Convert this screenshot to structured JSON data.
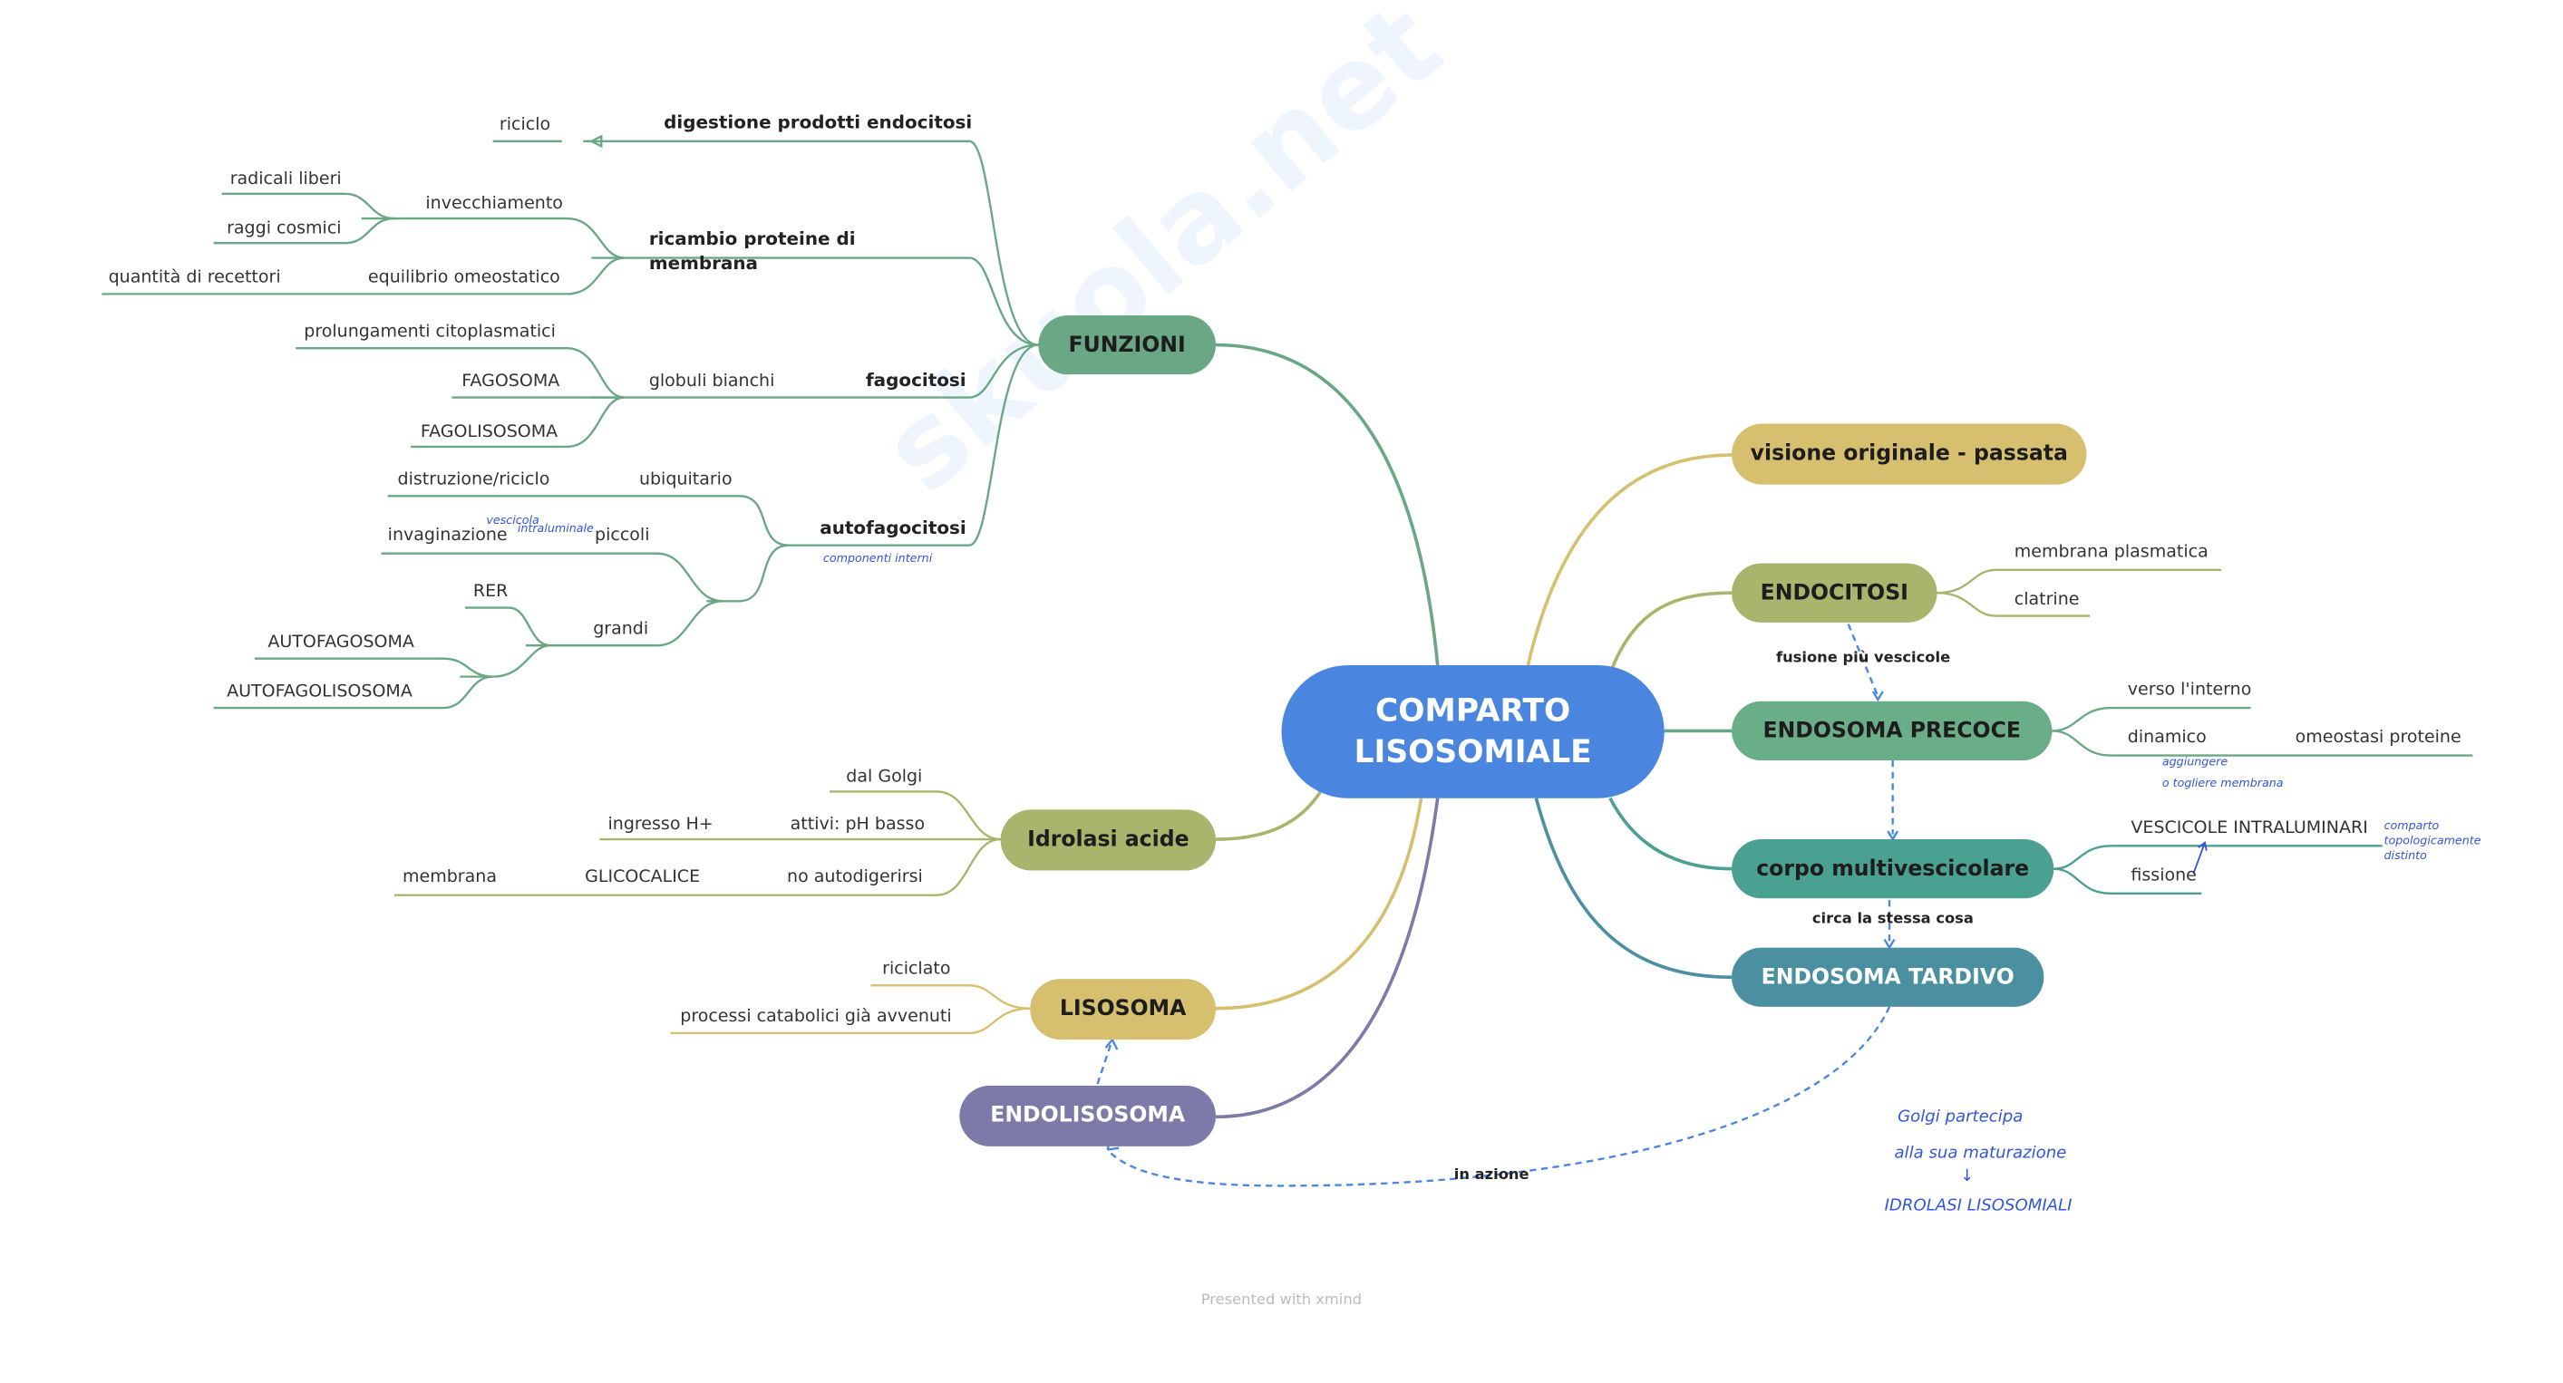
{
  "watermark": "skuola.net",
  "colors": {
    "center": "#4a86e0",
    "green": "#6aa885",
    "yellow": "#d6c070",
    "olive": "#a9b46c",
    "teal": "#4aa091",
    "tardivo": "#4a90a0",
    "purple": "#7b7aa8",
    "dashed": "#4a86e0",
    "handwriting": "#3355dd"
  },
  "center": {
    "line1": "COMPARTO",
    "line2": "LISOSOMIALE"
  },
  "nodes": {
    "funzioni": "FUNZIONI",
    "visione": "visione originale - passata",
    "endocitosi": "ENDOCITOSI",
    "endosoma_precoce": "ENDOSOMA PRECOCE",
    "corpo": "corpo multivescicolare",
    "endosoma_tardivo": "ENDOSOMA TARDIVO",
    "idrolasi": "Idrolasi acide",
    "lisosoma": "LISOSOMA",
    "endolisosoma": "ENDOLISOSOMA"
  },
  "funzioni": {
    "digestione": "digestione prodotti endocitosi",
    "riciclo": "riciclo",
    "ricambio1": "ricambio proteine di",
    "ricambio2": "membrana",
    "invecchiamento": "invecchiamento",
    "radicali": "radicali liberi",
    "raggi": "raggi cosmici",
    "equilibrio": "equilibrio omeostatico",
    "recettori": "quantità di recettori",
    "fagocitosi": "fagocitosi",
    "globuli": "globuli bianchi",
    "prolungamenti": "prolungamenti citoplasmatici",
    "fagosoma": "FAGOSOMA",
    "fagolisosoma": "FAGOLISOSOMA",
    "autofagocitosi": "autofagocitosi",
    "componenti": "componenti interni",
    "ubiquitario": "ubiquitario",
    "distruzione": "distruzione/riciclo",
    "piccoli": "piccoli",
    "invaginazione": "invaginazione",
    "note_invag1": "vescicola",
    "note_invag2": "intraluminale",
    "grandi": "grandi",
    "rer": "RER",
    "autofagosoma": "AUTOFAGOSOMA",
    "autofagolisosoma": "AUTOFAGOLISOSOMA"
  },
  "idrolasi": {
    "golgi": "dal Golgi",
    "attivi": "attivi: pH basso",
    "ingresso": "ingresso H+",
    "no_auto": "no autodigerirsi",
    "glicocalice": "GLICOCALICE",
    "membrana": "membrana"
  },
  "lisosoma": {
    "riciclato": "riciclato",
    "processi": "processi catabolici già avvenuti"
  },
  "endocitosi": {
    "membrana": "membrana plasmatica",
    "clatrine": "clatrine"
  },
  "precoce": {
    "verso": "verso l'interno",
    "dinamico": "dinamico",
    "omeostasi": "omeostasi proteine",
    "note1": "aggiungere",
    "note2": "o togliere membrana"
  },
  "corpo": {
    "vescicole": "VESCICOLE INTRALUMINARI",
    "fissione": "fissione",
    "note1": "comparto",
    "note2": "topologicamente",
    "note3": "distinto"
  },
  "links": {
    "fusione": "fusione più vescicole",
    "circa": "circa la stessa cosa",
    "azione": "in azione"
  },
  "notes": {
    "golgi1": "Golgi partecipa",
    "golgi2": "alla sua maturazione",
    "arrow": "↓",
    "golgi3": "IDROLASI LISOSOMIALI"
  },
  "footer": "Presented with xmind"
}
